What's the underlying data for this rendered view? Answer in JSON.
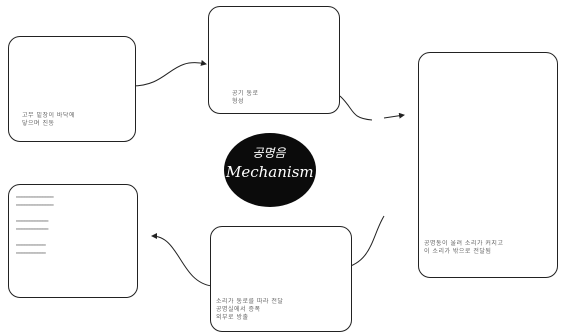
{
  "center": {
    "title_ko": "공명음",
    "title_en": "Mechanism"
  },
  "panels": {
    "p1": {
      "caption": "고무 밑창이 바닥에\n닿으며 진동"
    },
    "p2": {
      "caption": "공기 통로\n형성"
    },
    "p3": {
      "caption": "공명통이 울려 소리가 커지고\n이 소리가 밖으로 전달됨"
    },
    "p4": {
      "caption": "소리가 통로를 따라 전달\n공명실에서 증폭\n외부로 방출"
    },
    "p5": {
      "caption": "━━━━━━━━━━━━━━\n━━━━━━━━━━━━━━\n\n━━━━━━━━━━━━\n━━━━━━━━━━━━\n\n━━━━━━━━━━━\n━━━━━━━━━━━"
    }
  }
}
